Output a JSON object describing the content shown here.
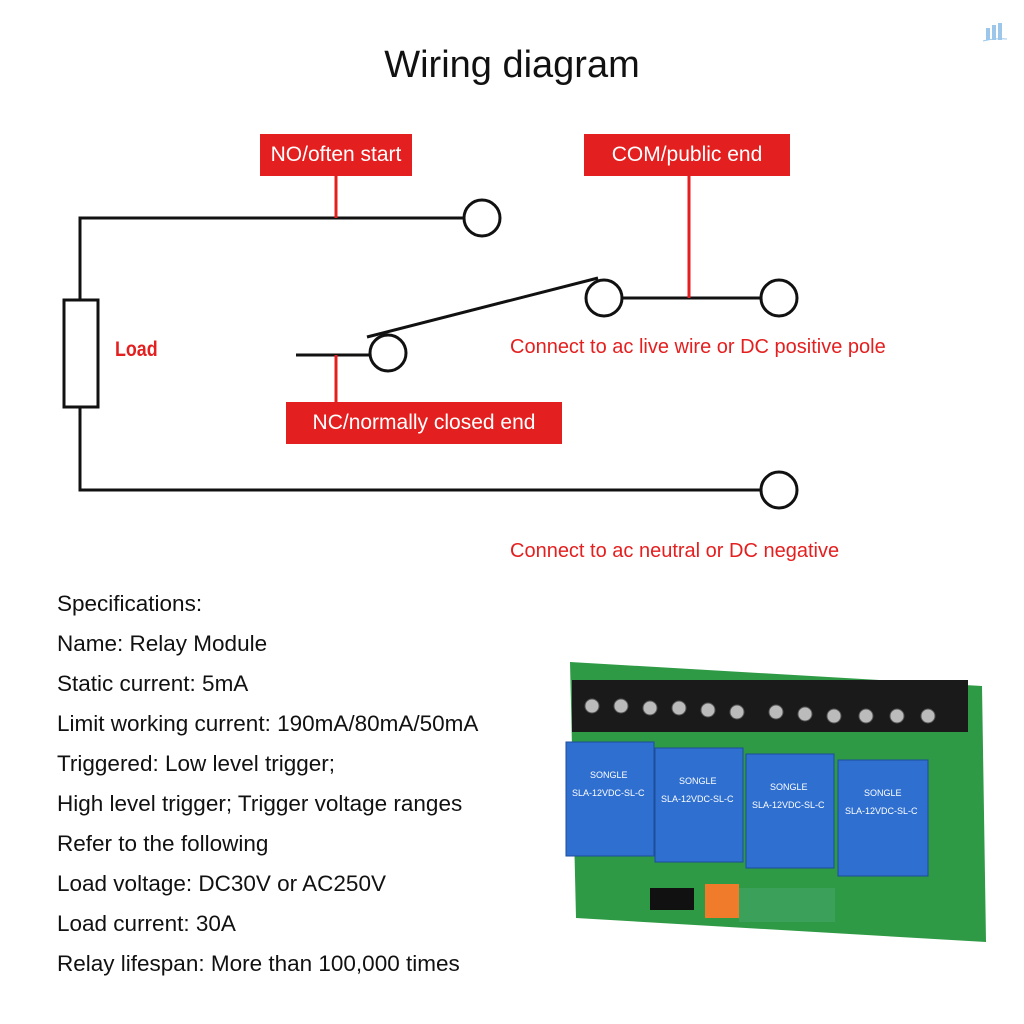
{
  "title": "Wiring diagram",
  "labels": {
    "no": "NO/often start",
    "com": "COM/public end",
    "nc": "NC/normally closed end",
    "load": "Load",
    "live": "Connect to ac live wire or DC positive pole",
    "neutral": "Connect to ac neutral or DC negative"
  },
  "specs": [
    "Specifications:",
    "Name: Relay Module",
    "Static current: 5mA",
    "Limit working current: 190mA/80mA/50mA",
    "Triggered: Low level trigger;",
    "High level trigger;  Trigger voltage ranges",
    "Refer to the following",
    "Load voltage: DC30V or AC250V",
    "Load current: 30A",
    "Relay lifespan: More than 100,000 times"
  ],
  "relay": {
    "brand": "SONGLE",
    "model": "SLA-12VDC-SL-C",
    "count": 4
  },
  "colors": {
    "accent": "#e41f1f",
    "board": "#2f9a45",
    "relay": "#2f6fd0"
  },
  "watermark_icon": "building-logo"
}
